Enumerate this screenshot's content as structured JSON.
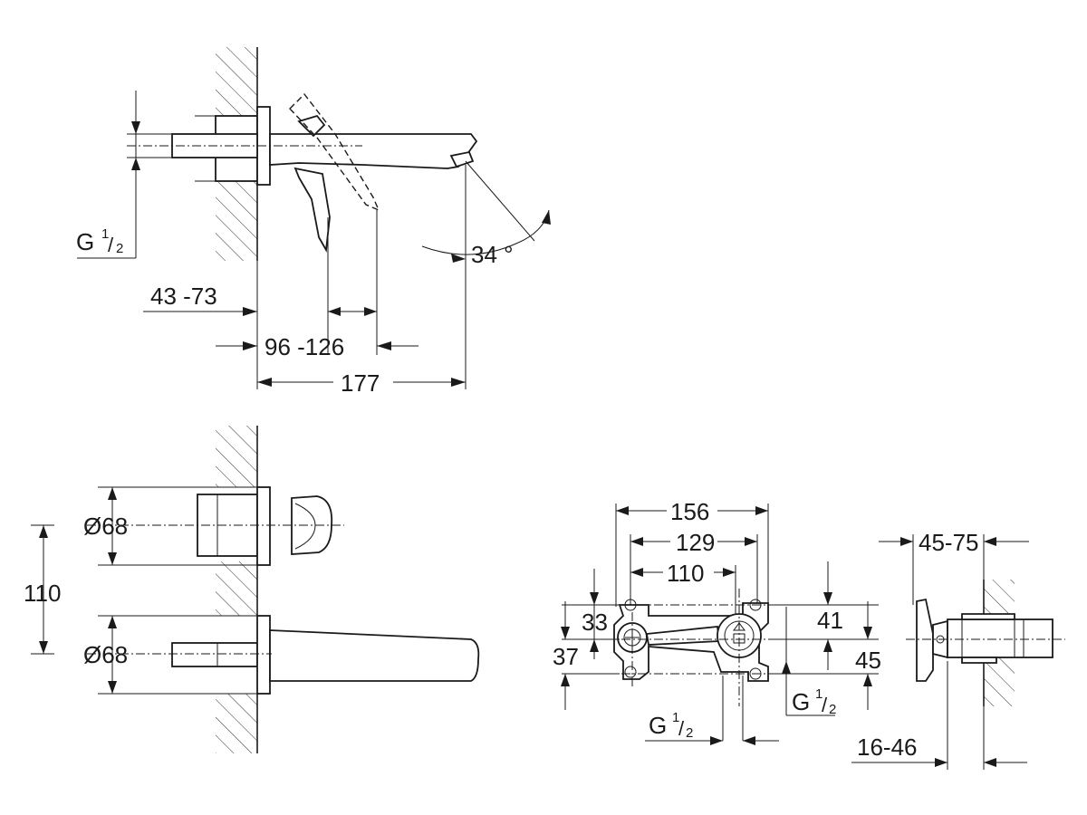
{
  "side_view": {
    "thread": "G",
    "thread_num": "1",
    "thread_den": "2",
    "wall_range": "43 -73",
    "lever_range": "96 -126",
    "spout_length": "177",
    "angle": "34 °"
  },
  "front_view": {
    "diameter_top": "Ø68",
    "diameter_bottom": "Ø68",
    "spacing": "110"
  },
  "box_view": {
    "width_outer": "156",
    "width_mid": "129",
    "width_inner": "110",
    "left_upper": "33",
    "left_lower": "37",
    "right_upper": "41",
    "right_lower": "45",
    "thread_right": "G",
    "thread_right_num": "1",
    "thread_right_den": "2",
    "thread_bottom": "G",
    "thread_bottom_num": "1",
    "thread_bottom_den": "2"
  },
  "section_view": {
    "depth_range": "45-75",
    "wall_range": "16-46"
  }
}
